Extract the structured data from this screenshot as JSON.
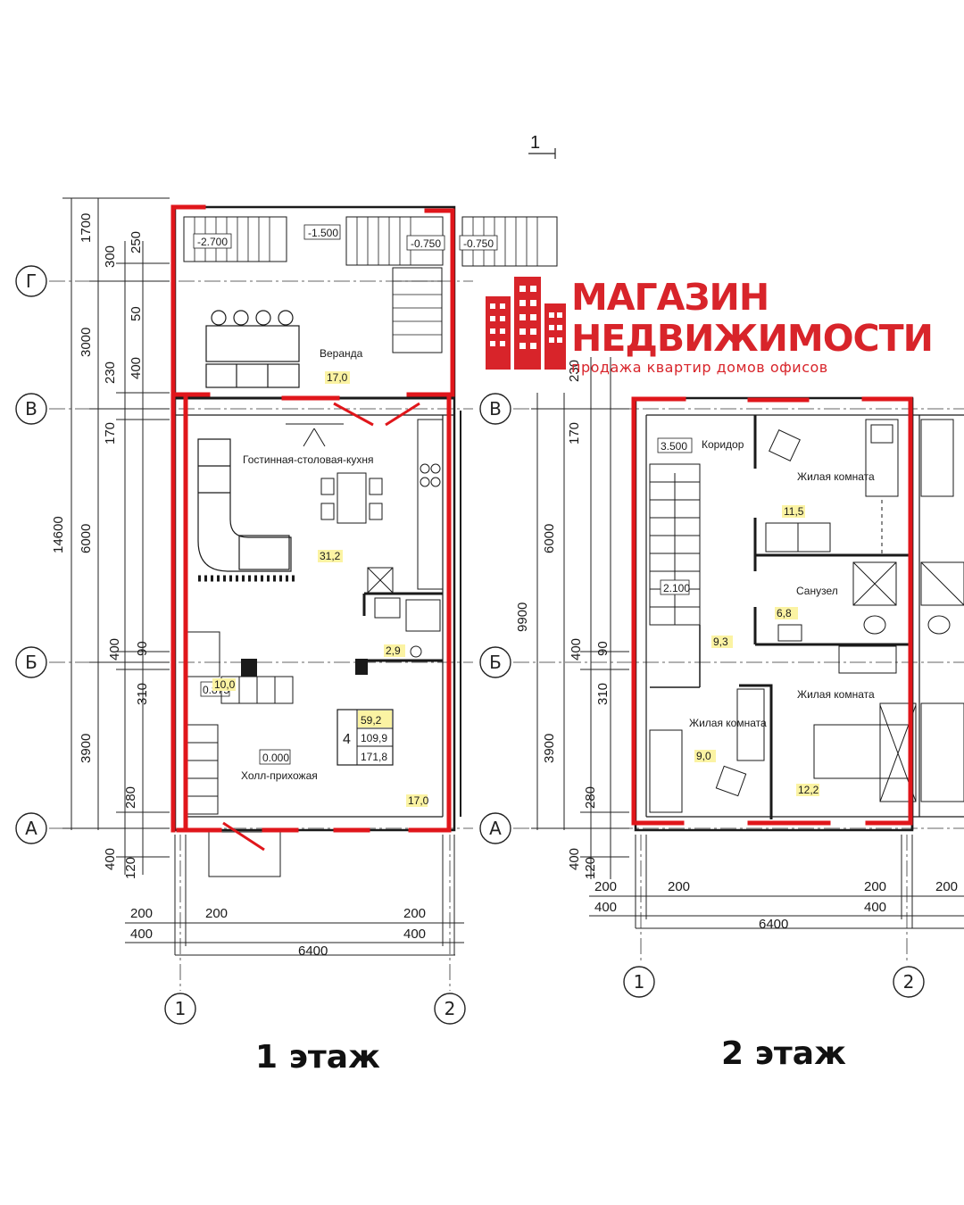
{
  "brand": {
    "line1": "МАГАЗИН",
    "line2": "НЕДВИЖИМОСТИ",
    "tagline": "продажа квартир домов офисов",
    "color": "#d8242a"
  },
  "section_mark": "1",
  "floors": [
    {
      "caption": "1 этаж"
    },
    {
      "caption": "2 этаж"
    }
  ],
  "axes": {
    "rows": [
      "Г",
      "В",
      "Б",
      "А"
    ],
    "cols": [
      "1",
      "2"
    ]
  },
  "floor1": {
    "levels": [
      "-2.700",
      "-1.500",
      "-0.750",
      "-0.750",
      "0.875",
      "0.000"
    ],
    "rooms": [
      {
        "name": "Веранда",
        "area": "17,0"
      },
      {
        "name": "Гостинная-столовая-кухня",
        "area": "31,2"
      },
      {
        "name": "Холл-прихожая",
        "area": "17,0"
      }
    ],
    "small_areas": [
      "2,9",
      "10,0"
    ],
    "apt_number": "4",
    "apt_areas": [
      "59,2",
      "109,9",
      "171,8"
    ],
    "dims_left": [
      "1700",
      "300",
      "250",
      "50",
      "3000",
      "230",
      "400",
      "170",
      "14600",
      "6000",
      "400",
      "90",
      "310",
      "3900",
      "280",
      "400",
      "120"
    ],
    "dims_bottom": [
      "200",
      "400",
      "200",
      "200",
      "400",
      "6400"
    ]
  },
  "floor2": {
    "levels": [
      "3.500",
      "2.100"
    ],
    "rooms": [
      {
        "name": "Коридор",
        "area": "9,3"
      },
      {
        "name": "Жилая комната",
        "area": "11,5"
      },
      {
        "name": "Санузел",
        "area": "6,8"
      },
      {
        "name": "Жилая комната",
        "area": "9,0"
      },
      {
        "name": "Жилая комната",
        "area": "12,2"
      }
    ],
    "dims_left": [
      "230",
      "170",
      "6000",
      "9900",
      "400",
      "90",
      "310",
      "3900",
      "280",
      "400",
      "120"
    ],
    "dims_bottom": [
      "200",
      "200",
      "400",
      "200",
      "200",
      "400",
      "6400"
    ]
  },
  "colors": {
    "outline": "#e0161b",
    "line": "#1a1a1a",
    "highlight": "#fbf3a3"
  }
}
